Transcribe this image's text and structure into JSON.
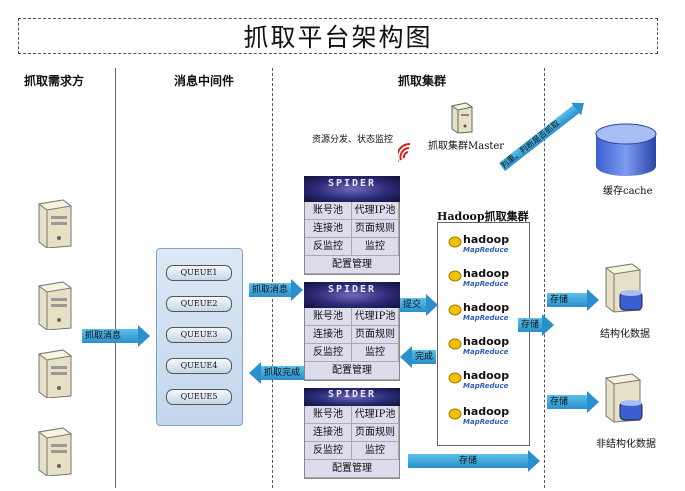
{
  "title": "抓取平台架构图",
  "columns": {
    "requester": "抓取需求方",
    "middleware": "消息中间件",
    "cluster": "抓取集群"
  },
  "queues": [
    "QUEUE1",
    "QUEUE2",
    "QUEUE3",
    "QUEUE4",
    "QUEUE5"
  ],
  "spider": {
    "logo": "SPIDER",
    "cells": [
      "账号池",
      "代理IP池",
      "连接池",
      "页面规则",
      "反监控",
      "监控"
    ],
    "footer": "配置管理"
  },
  "master": {
    "label": "抓取集群Master",
    "note": "资源分发、状态监控"
  },
  "hadoop": {
    "title": "Hadoop抓取集群",
    "logo_word": "hadoop",
    "logo_sub": "MapReduce"
  },
  "arrows": {
    "send_msg": "抓取消息",
    "fetch_msg": "抓取消息",
    "done_msg": "抓取完成",
    "submit": "提交",
    "complete": "完成",
    "store1": "存储",
    "store2": "存储",
    "store3": "存储",
    "store_bottom": "存储",
    "dedupe": "判重、判断是否抓取"
  },
  "stores": {
    "cache": "缓存cache",
    "structured": "结构化数据",
    "unstructured": "非结构化数据"
  },
  "colors": {
    "arrow": "#2a8fcb",
    "queue_bg": "#c3d6ec",
    "spider_bg": "#2b2a77",
    "hadoop_yellow": "#f2c200"
  }
}
